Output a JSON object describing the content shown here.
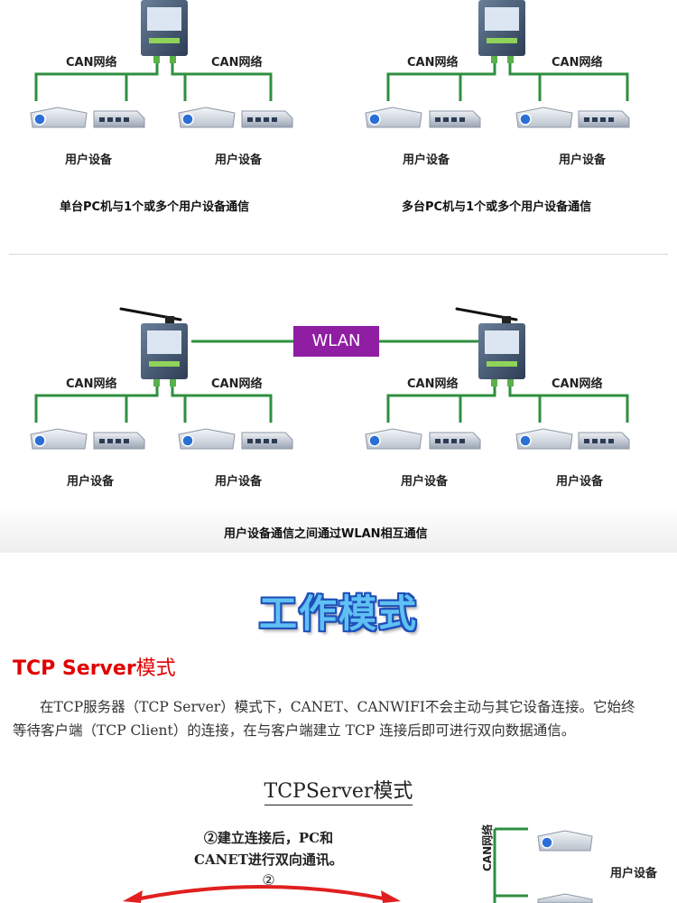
{
  "diagram1": {
    "net_label_left": "CAN网络",
    "net_label_right": "CAN网络",
    "device_label_left": "用户设备",
    "device_label_right": "用户设备",
    "caption": "单台PC机与1个或多个用户设备通信"
  },
  "diagram2": {
    "net_label_left": "CAN网络",
    "net_label_right": "CAN网络",
    "device_label_left": "用户设备",
    "device_label_right": "用户设备",
    "caption": "多台PC机与1个或多个用户设备通信"
  },
  "diagram3": {
    "wlan_label": "WLAN",
    "a_net_left": "CAN网络",
    "a_net_right": "CAN网络",
    "b_net_left": "CAN网络",
    "b_net_right": "CAN网络",
    "a_dev_left": "用户设备",
    "a_dev_right": "用户设备",
    "b_dev_left": "用户设备",
    "b_dev_right": "用户设备",
    "caption": "用户设备通信之间通过WLAN相互通信"
  },
  "section": {
    "title": "工作模式",
    "mode_heading_latin": "TCP Server",
    "mode_heading_cn": "模式",
    "para_line1": "在TCP服务器（TCP Server）模式下，CANET、CANWIFI不会主动与其它设备连接。它始终",
    "para_line2": "等待客户端（TCP Client）的连接，在与客户端建立 TCP 连接后即可进行双向数据通信。"
  },
  "tcp_diagram": {
    "title": "TCPServer模式",
    "note_line1": "②建立连接后，PC和",
    "note_line2": "CANET进行双向通讯。",
    "step_marker": "②",
    "can_label": "CAN网络",
    "device_label": "用户设备"
  },
  "colors": {
    "network_line": "#2f8f3f",
    "wlan_box": "#8f1ea3",
    "title_fill": "#5fc0f4",
    "title_outline": "#1f4fb8",
    "mode_heading": "#e00000",
    "arrow_red": "#e02020"
  }
}
